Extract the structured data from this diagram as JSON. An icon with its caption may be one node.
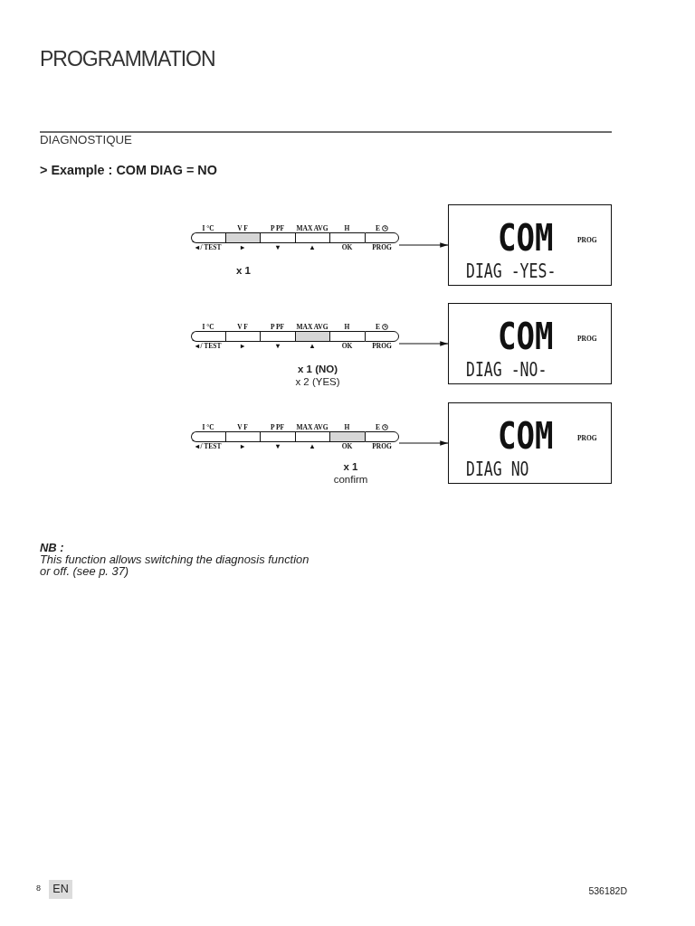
{
  "diagram": {
    "title": "PROGRAMMATION",
    "nodes": [
      {
        "text": [
          "I °C",
          "◂ / TEST"
        ]
      },
      {
        "text": [
          "V F",
          "▸"
        ],
        "beside": [
          "x 1"
        ]
      },
      {
        "text": [
          "P PF",
          "▾"
        ]
      },
      {
        "text": [
          "MAX AVG",
          "▴"
        ]
      },
      {
        "text": [
          "H",
          "OK"
        ]
      },
      {
        "text": [
          "E",
          "PROG"
        ]
      },
      {
        "text": [
          "COM",
          "PROG",
          "DIAG -YES-"
        ]
      },
      {
        "text": [
          "I °C",
          "◂ / TEST"
        ]
      },
      {
        "text": [
          "V F",
          "▸"
        ]
      },
      {
        "text": [
          "P PF",
          "▾"
        ]
      },
      {
        "text": [
          "MAX AVG",
          "▴"
        ],
        "beside": [
          "x 1 (NO)",
          "x 2 (YES)"
        ]
      },
      {
        "text": [
          "H",
          "OK"
        ]
      },
      {
        "text": [
          "E",
          "PROG"
        ]
      },
      {
        "text": [
          "COM",
          "PROG",
          "DIAG -NO-"
        ]
      },
      {
        "text": [
          "I °C",
          "◂ / TEST"
        ]
      },
      {
        "text": [
          "V F",
          "▸"
        ]
      },
      {
        "text": [
          "P PF",
          "▾"
        ]
      },
      {
        "text": [
          "MAX AVG",
          "▴"
        ]
      },
      {
        "text": [
          "H",
          "OK"
        ],
        "beside": [
          "x 1",
          "confirm"
        ]
      },
      {
        "text": [
          "E",
          "PROG"
        ]
      },
      {
        "text": [
          "COM",
          "PROG",
          "DIAG NO"
        ]
      }
    ],
    "edges": [
      {
        "from": 5,
        "to": 6,
        "arrow": "to"
      },
      {
        "from": 12,
        "to": 13,
        "arrow": "to"
      },
      {
        "from": 19,
        "to": 20,
        "arrow": "to"
      }
    ],
    "labels": [
      "DIAGNOSTIQUE",
      "> Example : COM DIAG = NO",
      "NB :",
      "This function allows switching the diagnosis function or off. (see p. 37)",
      "8",
      "EN",
      "536182D"
    ]
  }
}
